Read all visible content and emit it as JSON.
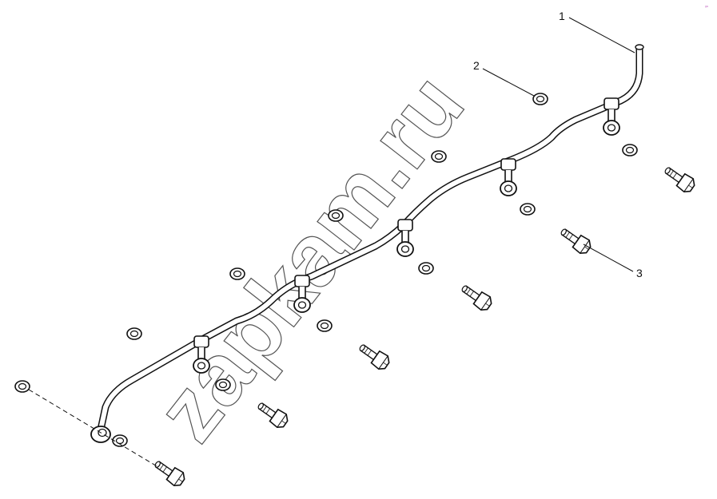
{
  "callouts": [
    {
      "id": "1",
      "label": "1"
    },
    {
      "id": "2",
      "label": "2"
    },
    {
      "id": "3",
      "label": "3"
    }
  ],
  "watermark": "zapkam.ru",
  "corner_mark": "ᵍᵃ"
}
